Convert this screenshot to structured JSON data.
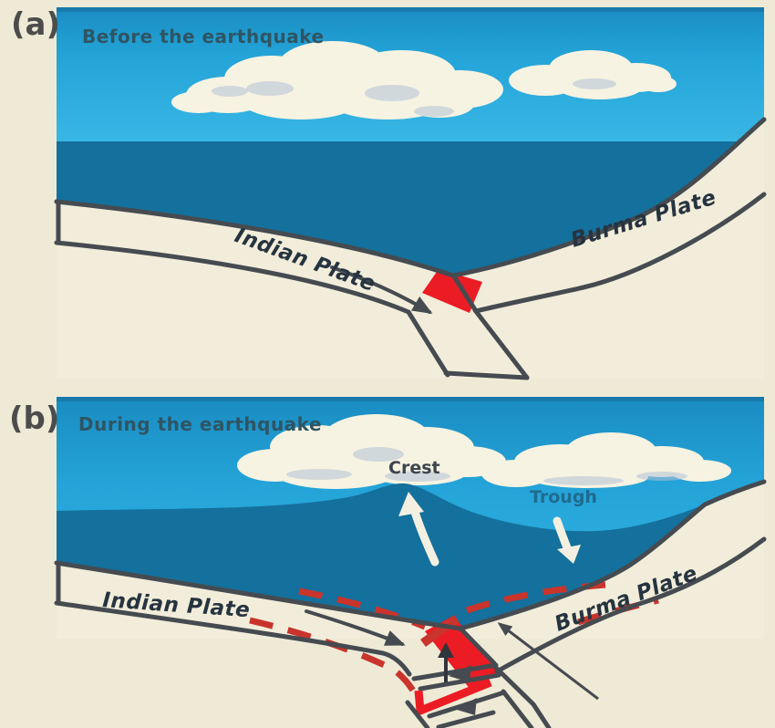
{
  "diagram": {
    "panel_a": {
      "tag": "(a)",
      "caption": "Before the earthquake",
      "indian_plate": "Indian Plate",
      "burma_plate": "Burma Plate"
    },
    "panel_b": {
      "tag": "(b)",
      "caption": "During the earthquake",
      "indian_plate": "Indian Plate",
      "burma_plate": "Burma Plate",
      "crest": "Crest",
      "trough": "Trough"
    }
  },
  "colors": {
    "page": "#efead6",
    "sky_edge": "#1779ac",
    "ocean": "#14709c",
    "ground": "#f2edda",
    "outline": "#454b50",
    "red": "#ec1c24",
    "red_dash": "#c9342c",
    "cloud": "#f7f3e2",
    "cloud_shadow": "#b3c1d6",
    "caption": "#2f5563",
    "crest_label": "#3c454c",
    "trough_label": "#1f6b8e",
    "plate_label": "#263440",
    "tag": "#4c4c4c",
    "white_arrow": "#f4f0e1"
  }
}
